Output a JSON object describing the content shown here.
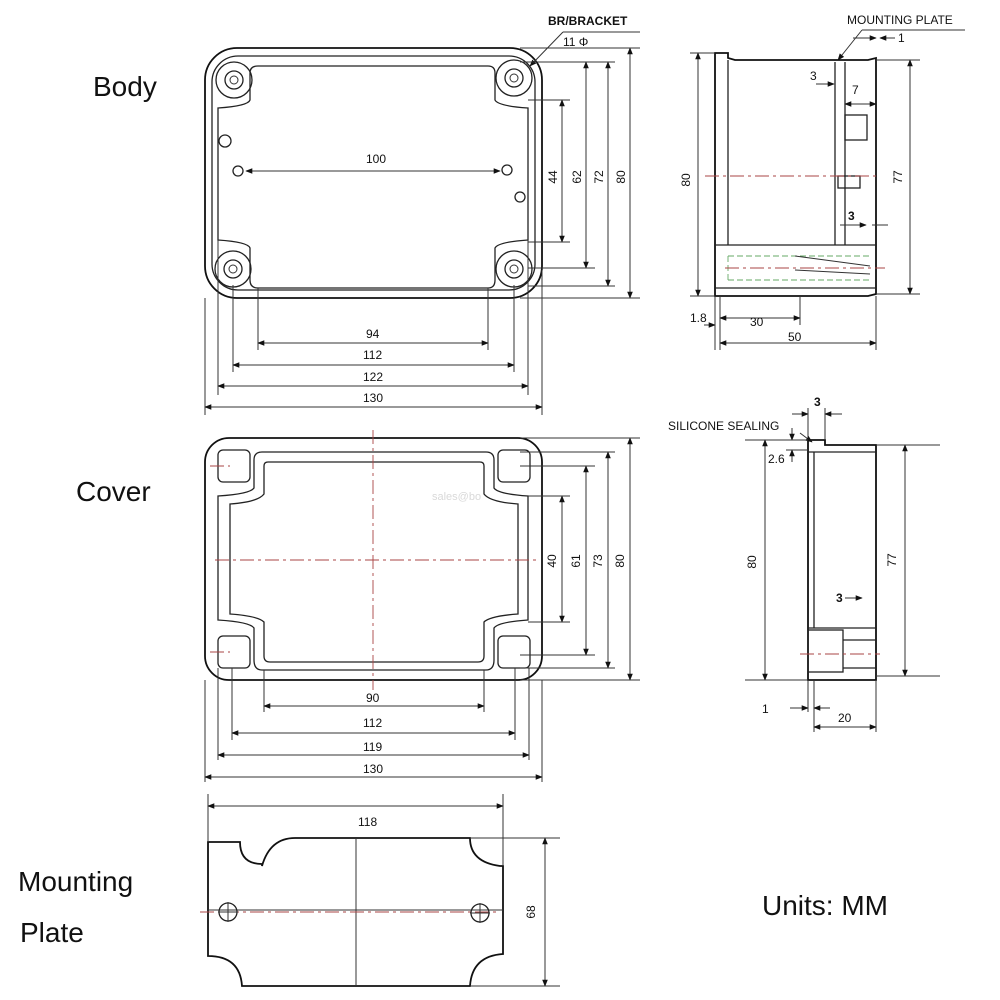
{
  "labels": {
    "body": "Body",
    "cover": "Cover",
    "mounting_line1": "Mounting",
    "mounting_line2": "Plate",
    "units": "Units: MM",
    "br_bracket": "BR/BRACKET",
    "hole_dia": "11 Φ",
    "mounting_plate_note": "MOUNTING PLATE",
    "silicone_sealing": "SILICONE SEALING",
    "watermark": "sales@bo"
  },
  "body_front": {
    "hole_spacing": "100",
    "inner_width": "94",
    "hole_pitch_w": "112",
    "flange_width": "122",
    "overall_width": "130",
    "inner_height": "44",
    "hole_pitch_h": "62",
    "flange_height": "72",
    "overall_height": "80"
  },
  "body_side": {
    "height": "80",
    "inner_height": "77",
    "plate_thickness": "1",
    "dim_3_top": "3",
    "dim_7": "7",
    "dim_3_bottom": "3",
    "wall": "1.8",
    "gland_depth": "30",
    "depth": "50"
  },
  "cover_front": {
    "inner_width": "90",
    "hole_pitch_w": "112",
    "flange_width": "119",
    "overall_width": "130",
    "inner_height": "40",
    "hole_pitch_h": "61",
    "flange_height": "73",
    "overall_height": "80"
  },
  "cover_side": {
    "seal_width": "3",
    "seal_depth": "2.6",
    "height": "80",
    "inner_height": "77",
    "wall": "3",
    "lip": "1",
    "depth": "20"
  },
  "plate": {
    "width": "118",
    "height": "68"
  }
}
